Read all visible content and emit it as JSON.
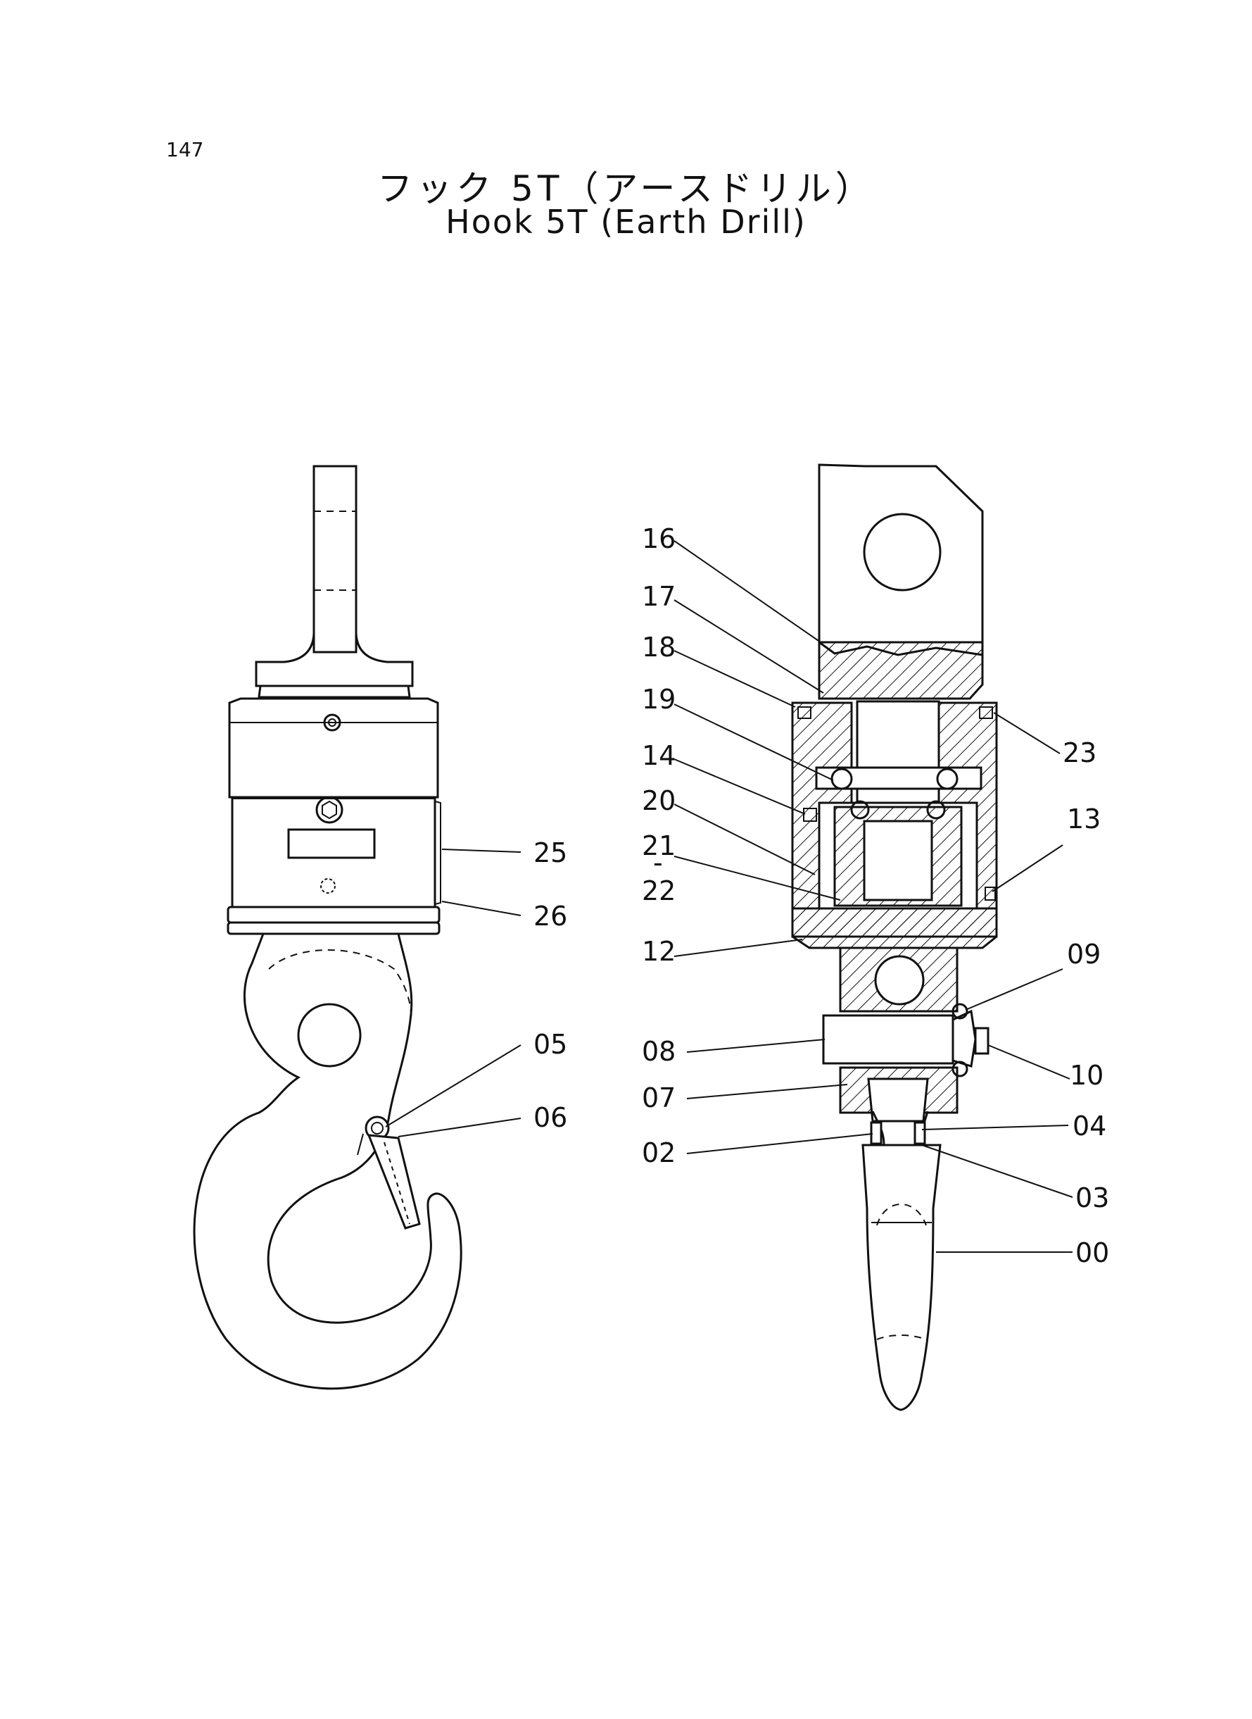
{
  "page": {
    "number": "147"
  },
  "title": {
    "japanese": "フック 5T（アースドリル）",
    "english": "Hook 5T (Earth Drill)"
  },
  "callouts": [
    {
      "id": "16",
      "label": "16"
    },
    {
      "id": "17",
      "label": "17"
    },
    {
      "id": "18",
      "label": "18"
    },
    {
      "id": "19",
      "label": "19"
    },
    {
      "id": "14",
      "label": "14"
    },
    {
      "id": "20",
      "label": "20"
    },
    {
      "id": "21",
      "label": "21"
    },
    {
      "id": "21-22-sep",
      "label": "-"
    },
    {
      "id": "22",
      "label": "22"
    },
    {
      "id": "12",
      "label": "12"
    },
    {
      "id": "23",
      "label": "23"
    },
    {
      "id": "13",
      "label": "13"
    },
    {
      "id": "09",
      "label": "09"
    },
    {
      "id": "10",
      "label": "10"
    },
    {
      "id": "08",
      "label": "08"
    },
    {
      "id": "07",
      "label": "07"
    },
    {
      "id": "04",
      "label": "04"
    },
    {
      "id": "02",
      "label": "02"
    },
    {
      "id": "03",
      "label": "03"
    },
    {
      "id": "00",
      "label": "00"
    },
    {
      "id": "25",
      "label": "25"
    },
    {
      "id": "26",
      "label": "26"
    },
    {
      "id": "05",
      "label": "05"
    },
    {
      "id": "06",
      "label": "06"
    }
  ]
}
